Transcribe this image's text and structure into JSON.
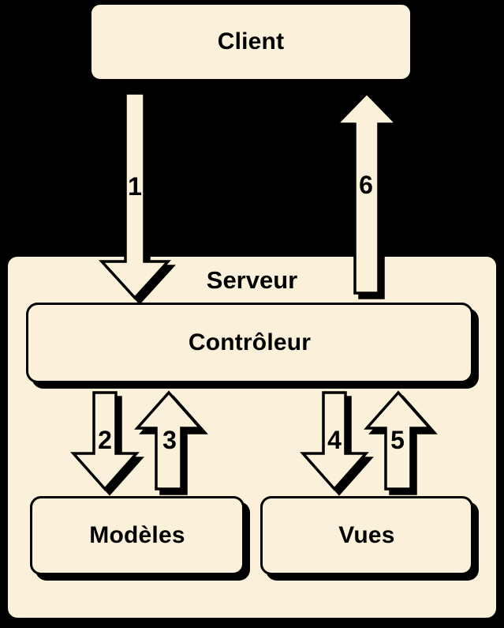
{
  "diagram": {
    "type": "flow-diagram",
    "language": "fr",
    "colors": {
      "background": "#000000",
      "box_fill": "#FBF0D9",
      "outline": "#000000",
      "text": "#000000"
    },
    "nodes": {
      "client": {
        "label": "Client"
      },
      "server": {
        "label": "Serveur"
      },
      "controller": {
        "label": "Contrôleur"
      },
      "models": {
        "label": "Modèles"
      },
      "views": {
        "label": "Vues"
      }
    },
    "arrows": [
      {
        "label": "1",
        "direction": "down",
        "from": "client",
        "to": "controller"
      },
      {
        "label": "2",
        "direction": "down",
        "from": "controller",
        "to": "models"
      },
      {
        "label": "3",
        "direction": "up",
        "from": "models",
        "to": "controller"
      },
      {
        "label": "4",
        "direction": "down",
        "from": "controller",
        "to": "views"
      },
      {
        "label": "5",
        "direction": "up",
        "from": "views",
        "to": "controller"
      },
      {
        "label": "6",
        "direction": "up",
        "from": "controller",
        "to": "client"
      }
    ]
  }
}
